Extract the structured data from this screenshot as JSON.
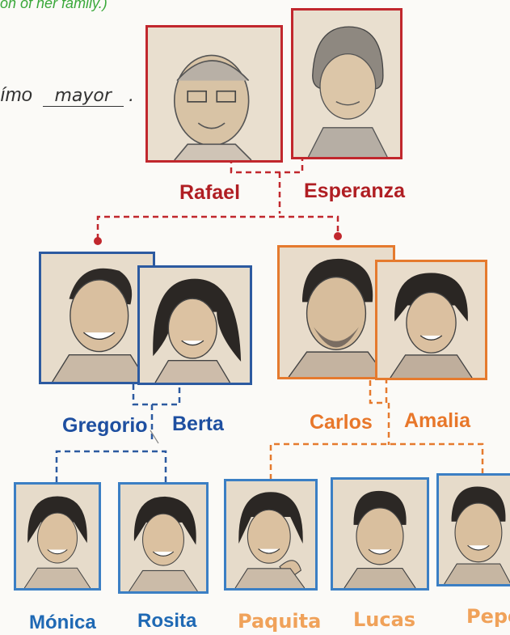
{
  "header_fragment": "on of her family.)",
  "sentence": {
    "prefix": "ímo",
    "answer": "mayor",
    "suffix": "."
  },
  "grandparents": {
    "grandfather": "Rafael",
    "grandmother": "Esperanza"
  },
  "family_left": {
    "father": "Gregorio",
    "mother": "Berta",
    "children": [
      "Mónica",
      "Rosita"
    ]
  },
  "family_right": {
    "father": "Carlos",
    "mother": "Amalia",
    "children": [
      "Paquita",
      "Lucas",
      "Pepe"
    ]
  },
  "colors": {
    "grandparents": "#c1272d",
    "left_family": "#2c5aa0",
    "right_family": "#e57a2e"
  }
}
